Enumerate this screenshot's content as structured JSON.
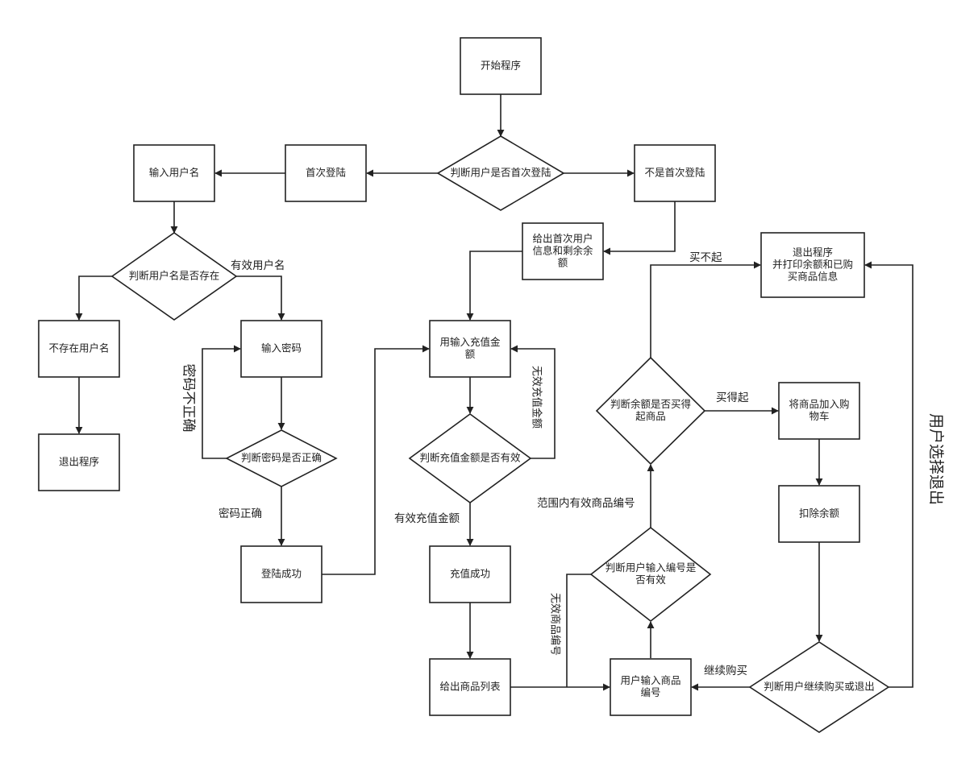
{
  "diagram": {
    "nodes": {
      "start": [
        "开始程序"
      ],
      "check_first_login": [
        "判断用户是否首次登陆"
      ],
      "first_login": [
        "首次登陆"
      ],
      "not_first_login": [
        "不是首次登陆"
      ],
      "input_username": [
        "输入用户名"
      ],
      "check_username": [
        "判断用户名是否存在"
      ],
      "user_not_exist": [
        "不存在用户名"
      ],
      "exit_left": [
        "退出程序"
      ],
      "input_password": [
        "输入密码"
      ],
      "check_password": [
        "判断密码是否正确"
      ],
      "login_success": [
        "登陆成功"
      ],
      "show_user_info": [
        "给出首次用户",
        "信息和剩余余",
        "额"
      ],
      "input_recharge": [
        "用输入充值金",
        "额"
      ],
      "check_recharge": [
        "判断充值金额是否有效"
      ],
      "recharge_success": [
        "充值成功"
      ],
      "show_products": [
        "给出商品列表"
      ],
      "input_product_no": [
        "用户输入商品",
        "编号"
      ],
      "check_product_no": [
        "判断用户输入编号是",
        "否有效"
      ],
      "check_balance": [
        "判断余额是否买得",
        "起商品"
      ],
      "exit_print": [
        "退出程序",
        "并打印余额和已购",
        "买商品信息"
      ],
      "add_to_cart": [
        "将商品加入购",
        "物车"
      ],
      "deduct_balance": [
        "扣除余额"
      ],
      "check_continue": [
        "判断用户继续购买或退出"
      ]
    },
    "edge_labels": {
      "valid_username": "有效用户名",
      "wrong_password": "密码不正确",
      "password_correct": "密码正确",
      "invalid_recharge": "无效充值金额",
      "valid_recharge": "有效充值金额",
      "invalid_product_no": "无效商品编号",
      "valid_product_no": "范围内有效商品编号",
      "cannot_afford": "买不起",
      "can_afford": "买得起",
      "continue_buy": "继续购买",
      "user_exit": "用户选择退出"
    }
  }
}
